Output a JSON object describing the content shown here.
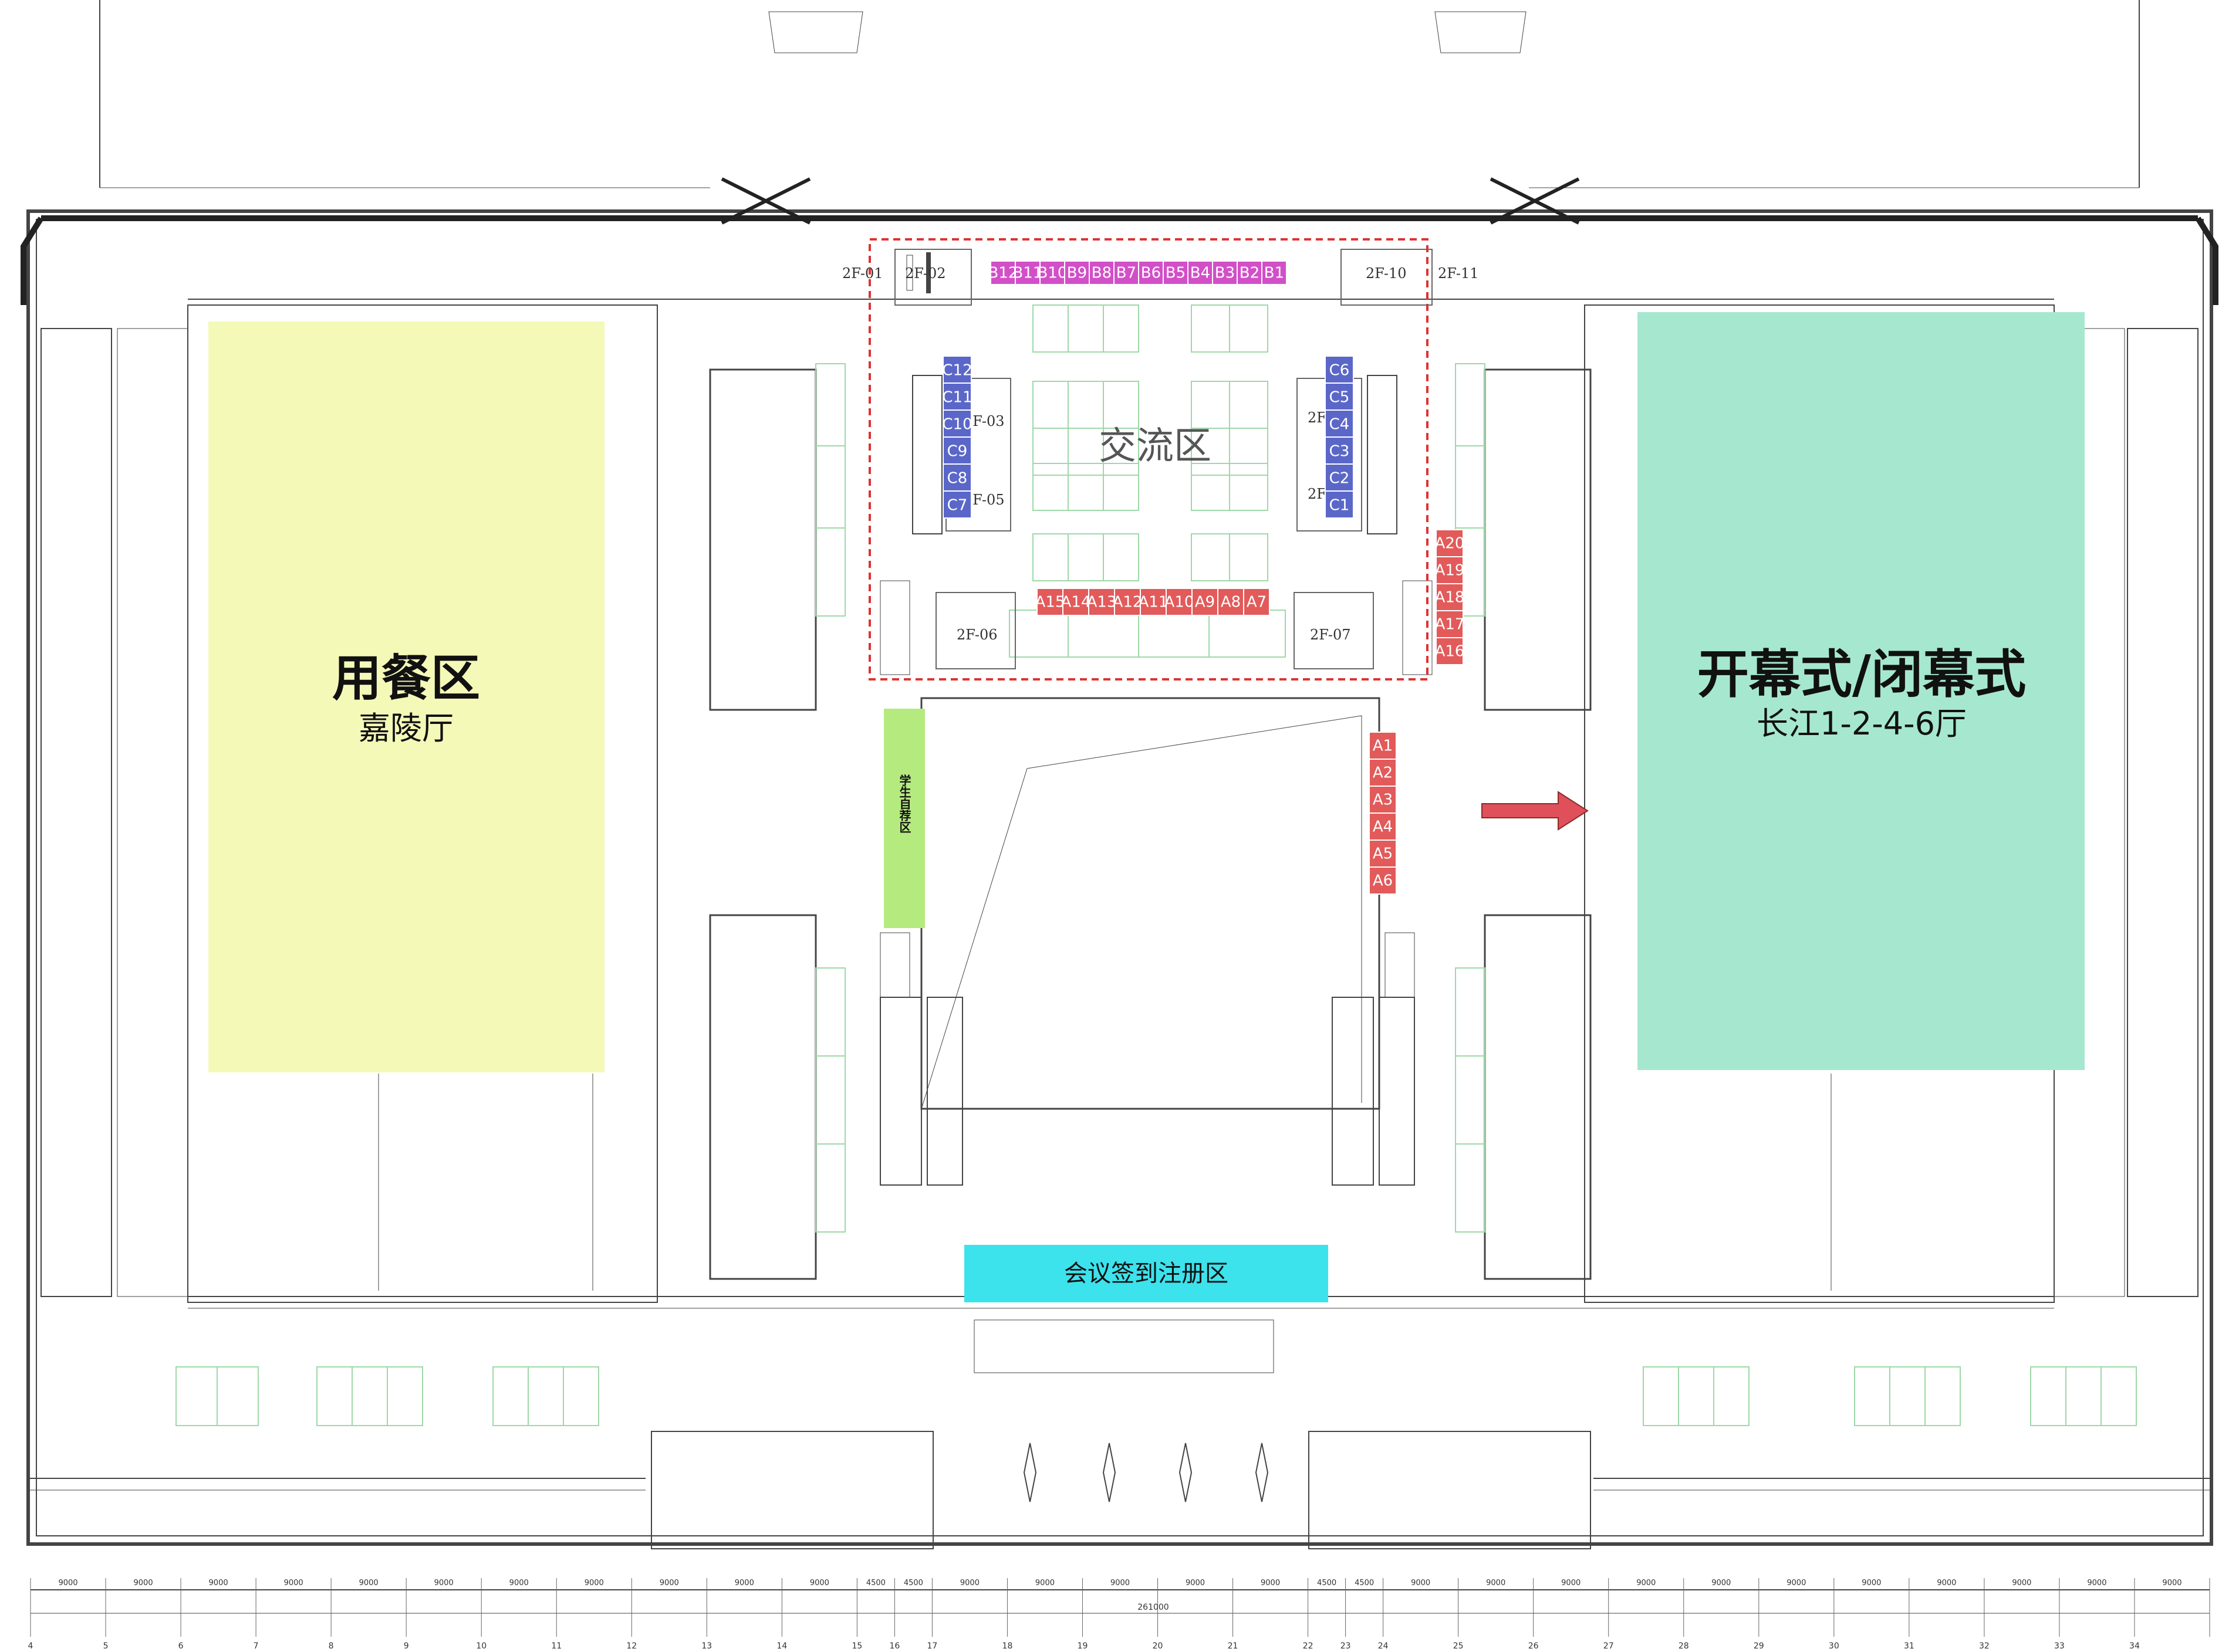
{
  "zones": {
    "dining": {
      "title": "用餐区",
      "subtitle": "嘉陵厅",
      "color": "#f4f9b8"
    },
    "ceremony": {
      "title": "开幕式/闭幕式",
      "subtitle": "长江1-2-4-6厅",
      "color": "#a6e8cf"
    },
    "exchange": {
      "title": "交流区"
    },
    "student": {
      "title": "学生自荐区",
      "color": "#b5ea7f"
    },
    "registration": {
      "title": "会议签到注册区",
      "color": "#3ce2ec"
    }
  },
  "rooms": {
    "r2f01": "2F-01",
    "r2f02": "2F-02",
    "r2f03": "2F-03",
    "r2f05": "2F-05",
    "r2f06": "2F-06",
    "r2f07": "2F-07",
    "r2f10": "2F-10",
    "r2f11": "2F-11",
    "r2f04": "2F",
    "r2f08": "2F"
  },
  "booths": {
    "b_color": "#d24fc8",
    "c_color": "#5b67c8",
    "a_color": "#e25a5a",
    "b_row": [
      "B12",
      "B11",
      "B10",
      "B9",
      "B8",
      "B7",
      "B6",
      "B5",
      "B4",
      "B3",
      "B2",
      "B1"
    ],
    "c_left": [
      "C12",
      "C11",
      "C10",
      "C9",
      "C8",
      "C7"
    ],
    "c_right": [
      "C6",
      "C5",
      "C4",
      "C3",
      "C2",
      "C1"
    ],
    "a_bottom": [
      "A15",
      "A14",
      "A13",
      "A12",
      "A11",
      "A10",
      "A9",
      "A8",
      "A7"
    ],
    "a_right_upper": [
      "A20",
      "A19",
      "A18",
      "A17",
      "A16"
    ],
    "a_right_lower": [
      "A1",
      "A2",
      "A3",
      "A4",
      "A5",
      "A6"
    ]
  },
  "dimensions": {
    "segments": [
      "9000",
      "9000",
      "9000",
      "9000",
      "9000",
      "9000",
      "9000",
      "9000",
      "9000",
      "9000",
      "9000",
      "4500",
      "4500",
      "9000",
      "9000",
      "9000",
      "9000",
      "9000",
      "4500",
      "4500",
      "9000",
      "9000",
      "9000",
      "9000",
      "9000",
      "9000",
      "9000",
      "9000",
      "9000",
      "9000",
      "9000"
    ],
    "total": "261000",
    "axes": [
      "4",
      "5",
      "6",
      "7",
      "8",
      "9",
      "10",
      "11",
      "12",
      "13",
      "14",
      "15",
      "16",
      "17",
      "18",
      "19",
      "20",
      "21",
      "22",
      "23",
      "24",
      "25",
      "26",
      "27",
      "28",
      "29",
      "30",
      "31",
      "32",
      "33",
      "34"
    ]
  },
  "arrow_color": "#e0505a"
}
